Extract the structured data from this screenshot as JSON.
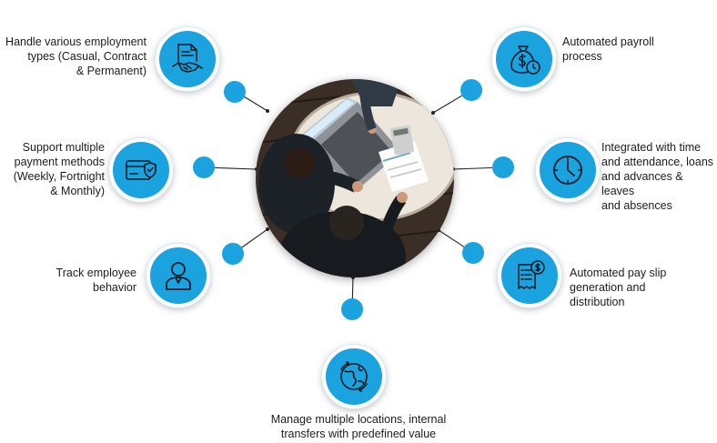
{
  "features": [
    {
      "id": "employment-types",
      "icon": "handshake-document-icon",
      "lines": [
        "Handle various employment",
        "types (Casual, Contract",
        "& Permanent)"
      ]
    },
    {
      "id": "payment-methods",
      "icon": "secure-card-icon",
      "lines": [
        "Support multiple",
        "payment methods",
        "(Weekly, Fortnight",
        "& Monthly)"
      ]
    },
    {
      "id": "employee-behavior",
      "icon": "user-icon",
      "lines": [
        "Track employee",
        "behavior"
      ]
    },
    {
      "id": "locations",
      "icon": "globe-transfer-icon",
      "lines": [
        "Manage multiple locations, internal",
        "transfers with predefined value"
      ]
    },
    {
      "id": "payroll",
      "icon": "money-bag-clock-icon",
      "lines": [
        "Automated payroll",
        "process"
      ]
    },
    {
      "id": "time-attendance",
      "icon": "clock-icon",
      "lines": [
        "Integrated with time",
        "and attendance, loans",
        "and advances & leaves",
        "and absences"
      ]
    },
    {
      "id": "pay-slip",
      "icon": "pay-slip-icon",
      "lines": [
        "Automated pay slip",
        "generation and",
        "distribution"
      ]
    }
  ],
  "colors": {
    "accent": "#1aa3df",
    "text": "#1c1c1c",
    "connector": "#222222"
  }
}
